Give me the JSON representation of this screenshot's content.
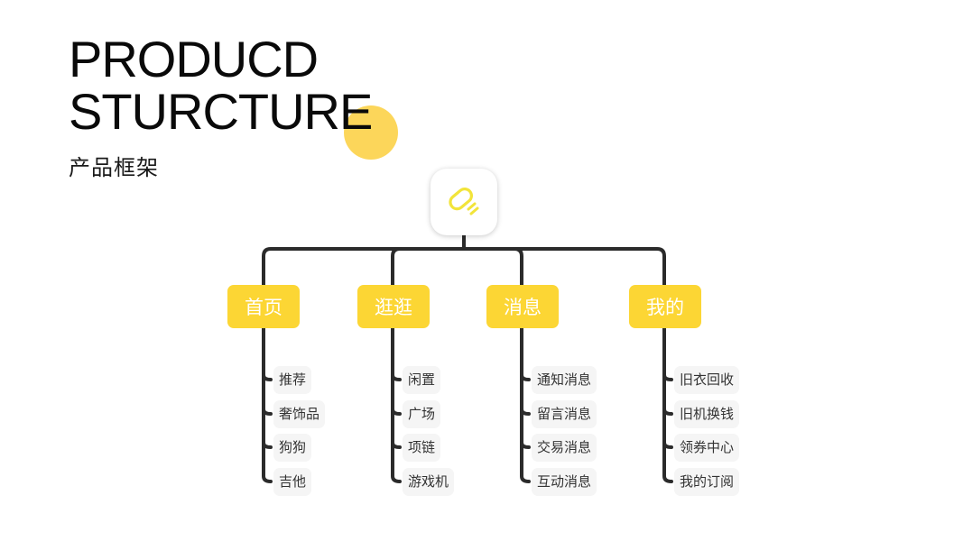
{
  "header": {
    "title_line1": "PRODUCD",
    "title_line2": "STURCTURE",
    "subtitle": "产品框架"
  },
  "colors": {
    "accent_yellow": "#fcd634",
    "circle_yellow": "#fcd65a",
    "logo_yellow": "#f2e43a",
    "connector": "#2b2b2b",
    "leaf_bg": "#f5f5f5"
  },
  "root": {
    "icon": "app-logo-icon"
  },
  "categories": [
    {
      "label": "首页",
      "children": [
        "推荐",
        "奢饰品",
        "狗狗",
        "吉他"
      ]
    },
    {
      "label": "逛逛",
      "children": [
        "闲置",
        "广场",
        "项链",
        "游戏机"
      ]
    },
    {
      "label": "消息",
      "children": [
        "通知消息",
        "留言消息",
        "交易消息",
        "互动消息"
      ]
    },
    {
      "label": "我的",
      "children": [
        "旧衣回收",
        "旧机换钱",
        "领券中心",
        "我的订阅"
      ]
    }
  ]
}
